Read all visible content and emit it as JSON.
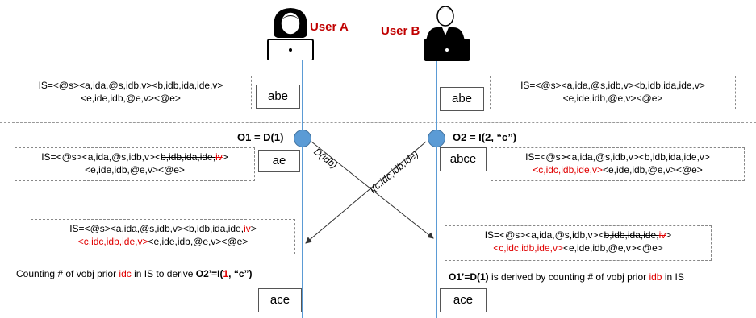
{
  "users": {
    "a": {
      "label": "User A"
    },
    "b": {
      "label": "User B"
    }
  },
  "ops": {
    "a_op": "O1 = D(1)",
    "b_op": "O2 = I(2, “c”)"
  },
  "messages": {
    "to_b": "D(idb)",
    "to_a": "I(c,idc,idb,ide)"
  },
  "docs": {
    "a1": "abe",
    "a2": "ae",
    "a3": "ace",
    "b1": "abe",
    "b2": "abce",
    "b3": "ace"
  },
  "is_common_prefix": "IS=<@s><a,ida,@s,idb,v>",
  "is_tail": "<e,ide,idb,@e,v><@e>",
  "is_b_part": "<b,idb,ida,ide,v>",
  "is_b_struck": "b,idb,ida,ide,",
  "is_iv": "iv",
  "is_c_part": "<c,idc,idb,ide,v>",
  "lt": "<",
  "gt": ">",
  "notes": {
    "a_prefix": "Counting # of vobj prior ",
    "a_red": "idc",
    "a_mid": " in IS to derive ",
    "a_bold1": "O2’=I(",
    "a_bold_red": "1",
    "a_bold2": ", “c”)",
    "b_bold": "O1’=D(1)",
    "b_mid": " is derived by counting # of vobj prior ",
    "b_red": "idb",
    "b_suffix": " in IS"
  }
}
